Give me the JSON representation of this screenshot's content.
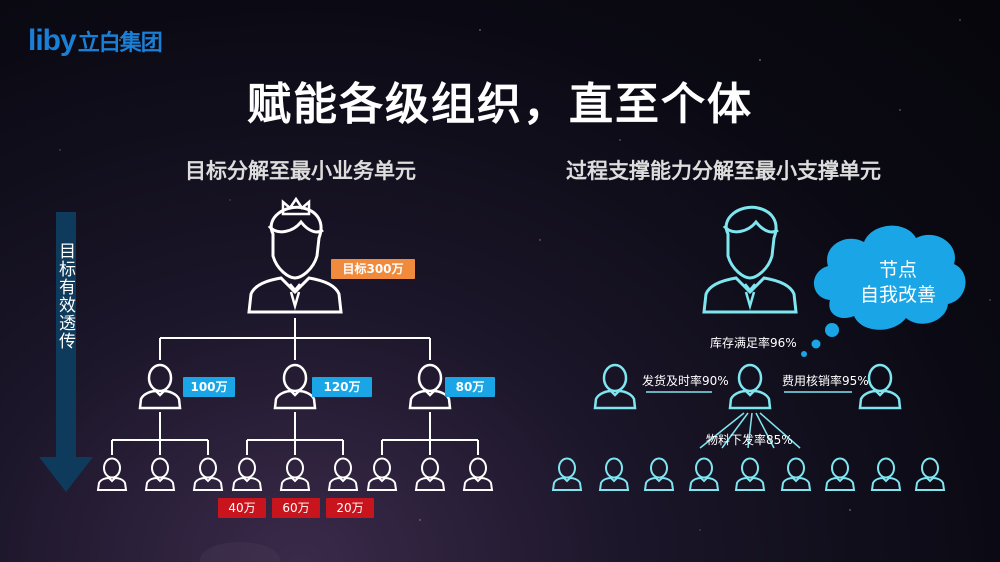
{
  "brand": {
    "latin": "liby",
    "chinese": "立白集团"
  },
  "title": "赋能各级组织，直至个体",
  "left": {
    "subtitle": "目标分解至最小业务单元",
    "arrow_label": "目标有效透传",
    "top_target": "目标300万",
    "level2": [
      "100万",
      "120万",
      "80万"
    ],
    "level3": [
      "40万",
      "60万",
      "20万"
    ]
  },
  "right": {
    "subtitle": "过程支撑能力分解至最小支撑单元",
    "cloud_lines": [
      "节点",
      "自我改善"
    ],
    "metric_inventory": "库存满足率96%",
    "metric_delivery": "发货及时率90%",
    "metric_expense": "费用核销率95%",
    "metric_material": "物料下发率85%"
  },
  "colors": {
    "orange_tag": "#f08a3c",
    "blue_tag": "#1aa6e6",
    "red_tag": "#c8141c",
    "cyan_person": "#7fe6f0",
    "cloud": "#1aa6e6",
    "arrow": "#0e3a5c"
  }
}
